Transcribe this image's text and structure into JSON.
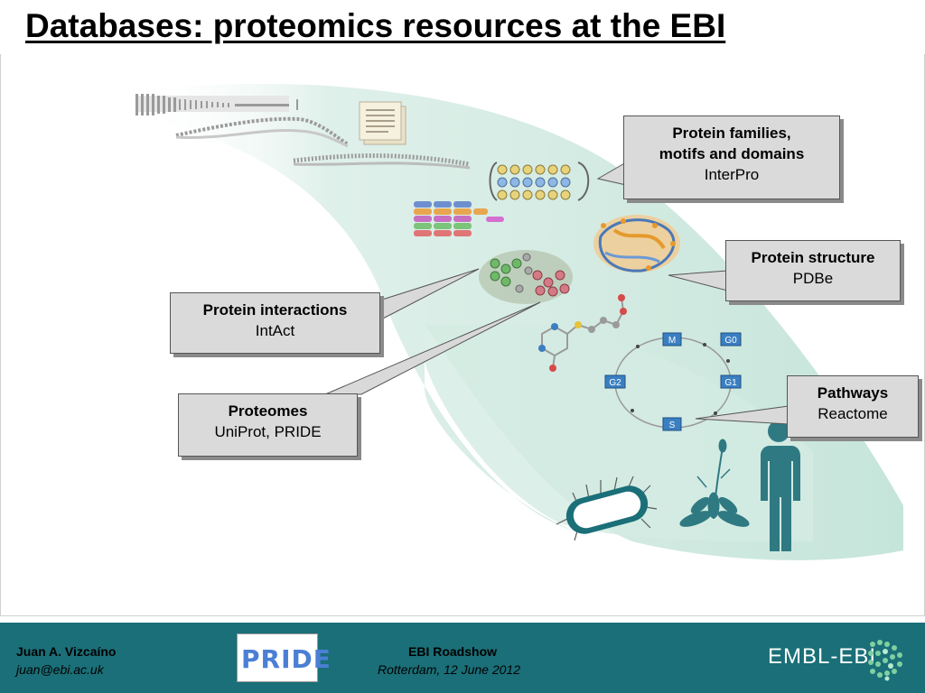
{
  "title": "Databases: proteomics resources at the EBI",
  "callouts": {
    "families": {
      "heading": "Protein families,\nmotifs and domains",
      "db": "InterPro"
    },
    "structure": {
      "heading": "Protein structure",
      "db": "PDBe"
    },
    "interactions": {
      "heading": "Protein interactions",
      "db": "IntAct"
    },
    "proteomes": {
      "heading": "Proteomes",
      "db": "UniProt, PRIDE"
    },
    "pathways": {
      "heading": "Pathways",
      "db": "Reactome"
    }
  },
  "cell_cycle_labels": [
    "M",
    "G0",
    "G1",
    "S",
    "G2"
  ],
  "footer": {
    "author": "Juan A. Vizcaíno",
    "email": "juan@ebi.ac.uk",
    "logo_text": "PRIDE",
    "event": "EBI Roadshow",
    "date": "Rotterdam, 12 June 2012",
    "institute": "EMBL-EBI"
  },
  "colors": {
    "band": "#1a6f78",
    "callout_fill": "#dadada",
    "stream": "#cfe9e0",
    "node": "#3a7fc1"
  }
}
